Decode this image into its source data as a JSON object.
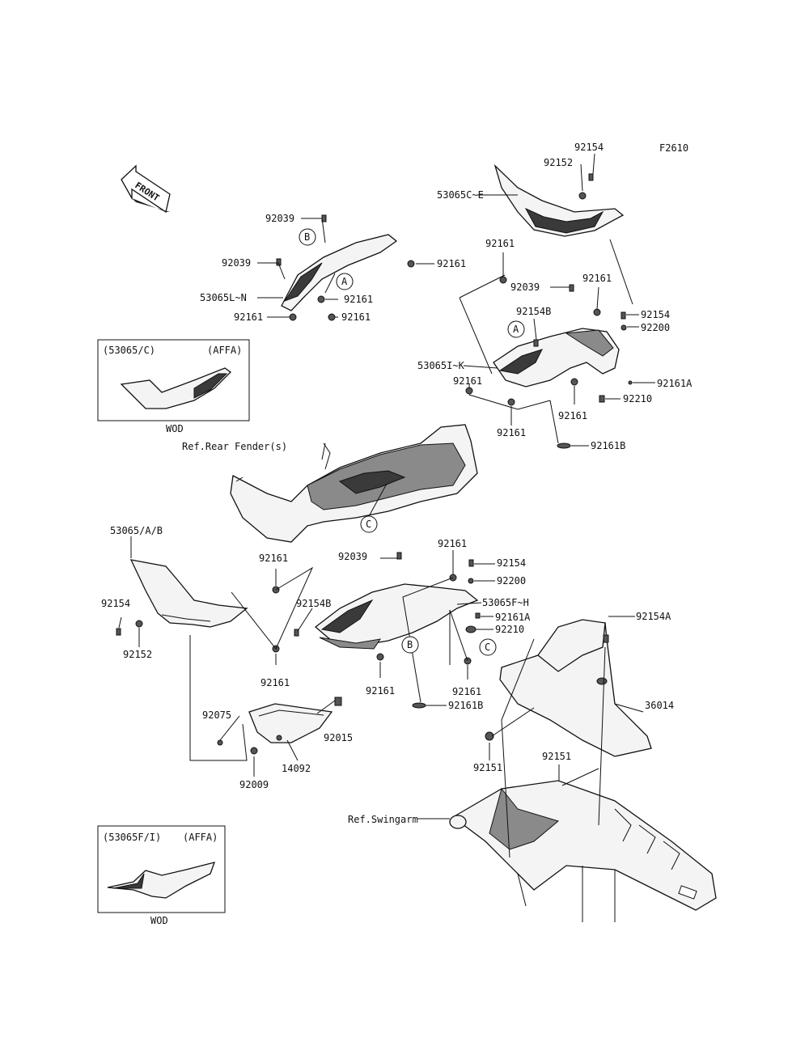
{
  "diagram": {
    "figure_code": "F2610",
    "front_arrow": "FRONT",
    "callouts": [
      "A",
      "B",
      "C"
    ],
    "references": {
      "rear_fender": "Ref.Rear Fender(s)",
      "swingarm": "Ref.Swingarm"
    },
    "inset_boxes": [
      {
        "title": "(53065/C)",
        "variant": "(AFFA)",
        "caption": "WOD"
      },
      {
        "title": "(53065F/I)",
        "variant": "(AFFA)",
        "caption": "WOD"
      }
    ],
    "part_labels": [
      "92154",
      "92152",
      "53065C~E",
      "92039",
      "92161",
      "92039",
      "53065L~N",
      "92161",
      "92161",
      "92161",
      "92161",
      "92039",
      "92161",
      "92154B",
      "92154",
      "92200",
      "53065I~K",
      "92161",
      "92161A",
      "92210",
      "92161",
      "92161",
      "92161B",
      "53065/A/B",
      "92161",
      "92039",
      "92161",
      "92154",
      "92200",
      "92154B",
      "53065F~H",
      "92154",
      "92161A",
      "92210",
      "92152",
      "92161",
      "92161",
      "92161",
      "92161B",
      "92154A",
      "92075",
      "92015",
      "92009",
      "14092",
      "36014",
      "92151",
      "92151"
    ]
  }
}
